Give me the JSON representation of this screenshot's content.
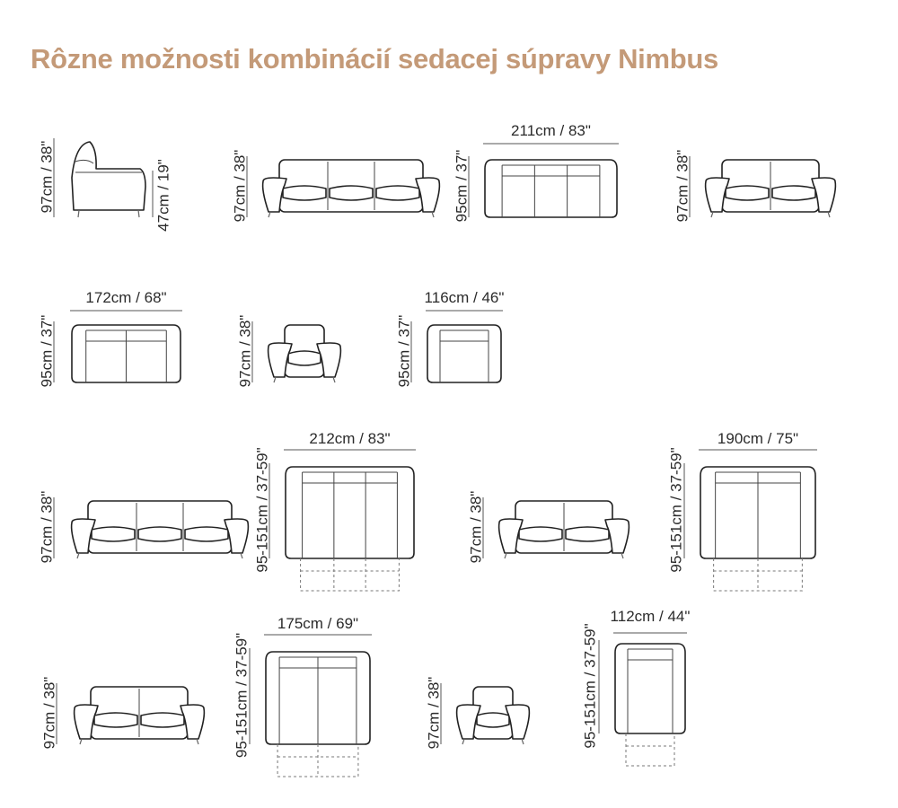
{
  "title": "Rôzne možnosti kombinácií sedacej súpravy Nimbus",
  "items": [
    {
      "kind": "side",
      "height": "97cm / 38\"",
      "seat_height": "47cm / 19\""
    },
    {
      "kind": "front-3",
      "height": "97cm / 38\""
    },
    {
      "kind": "top-3",
      "height": "95cm / 37\"",
      "width": "211cm / 83\""
    },
    {
      "kind": "front-2",
      "height": "97cm / 38\""
    },
    {
      "kind": "top-2",
      "height": "95cm / 37\"",
      "width": "172cm / 68\""
    },
    {
      "kind": "front-1",
      "height": "97cm / 38\""
    },
    {
      "kind": "top-1",
      "height": "95cm / 37\"",
      "width": "116cm / 46\""
    },
    {
      "kind": "front-3",
      "height": "97cm / 38\""
    },
    {
      "kind": "top-3-ext",
      "height": "95-151cm / 37-59\"",
      "width": "212cm / 83\""
    },
    {
      "kind": "front-2",
      "height": "97cm / 38\""
    },
    {
      "kind": "top-2-ext",
      "height": "95-151cm / 37-59\"",
      "width": "190cm / 75\""
    },
    {
      "kind": "front-2",
      "height": "97cm / 38\""
    },
    {
      "kind": "top-2-ext",
      "height": "95-151cm / 37-59\"",
      "width": "175cm / 69\""
    },
    {
      "kind": "front-1",
      "height": "97cm / 38\""
    },
    {
      "kind": "top-1-ext",
      "height": "95-151cm / 37-59\"",
      "width": "112cm / 44\""
    }
  ]
}
